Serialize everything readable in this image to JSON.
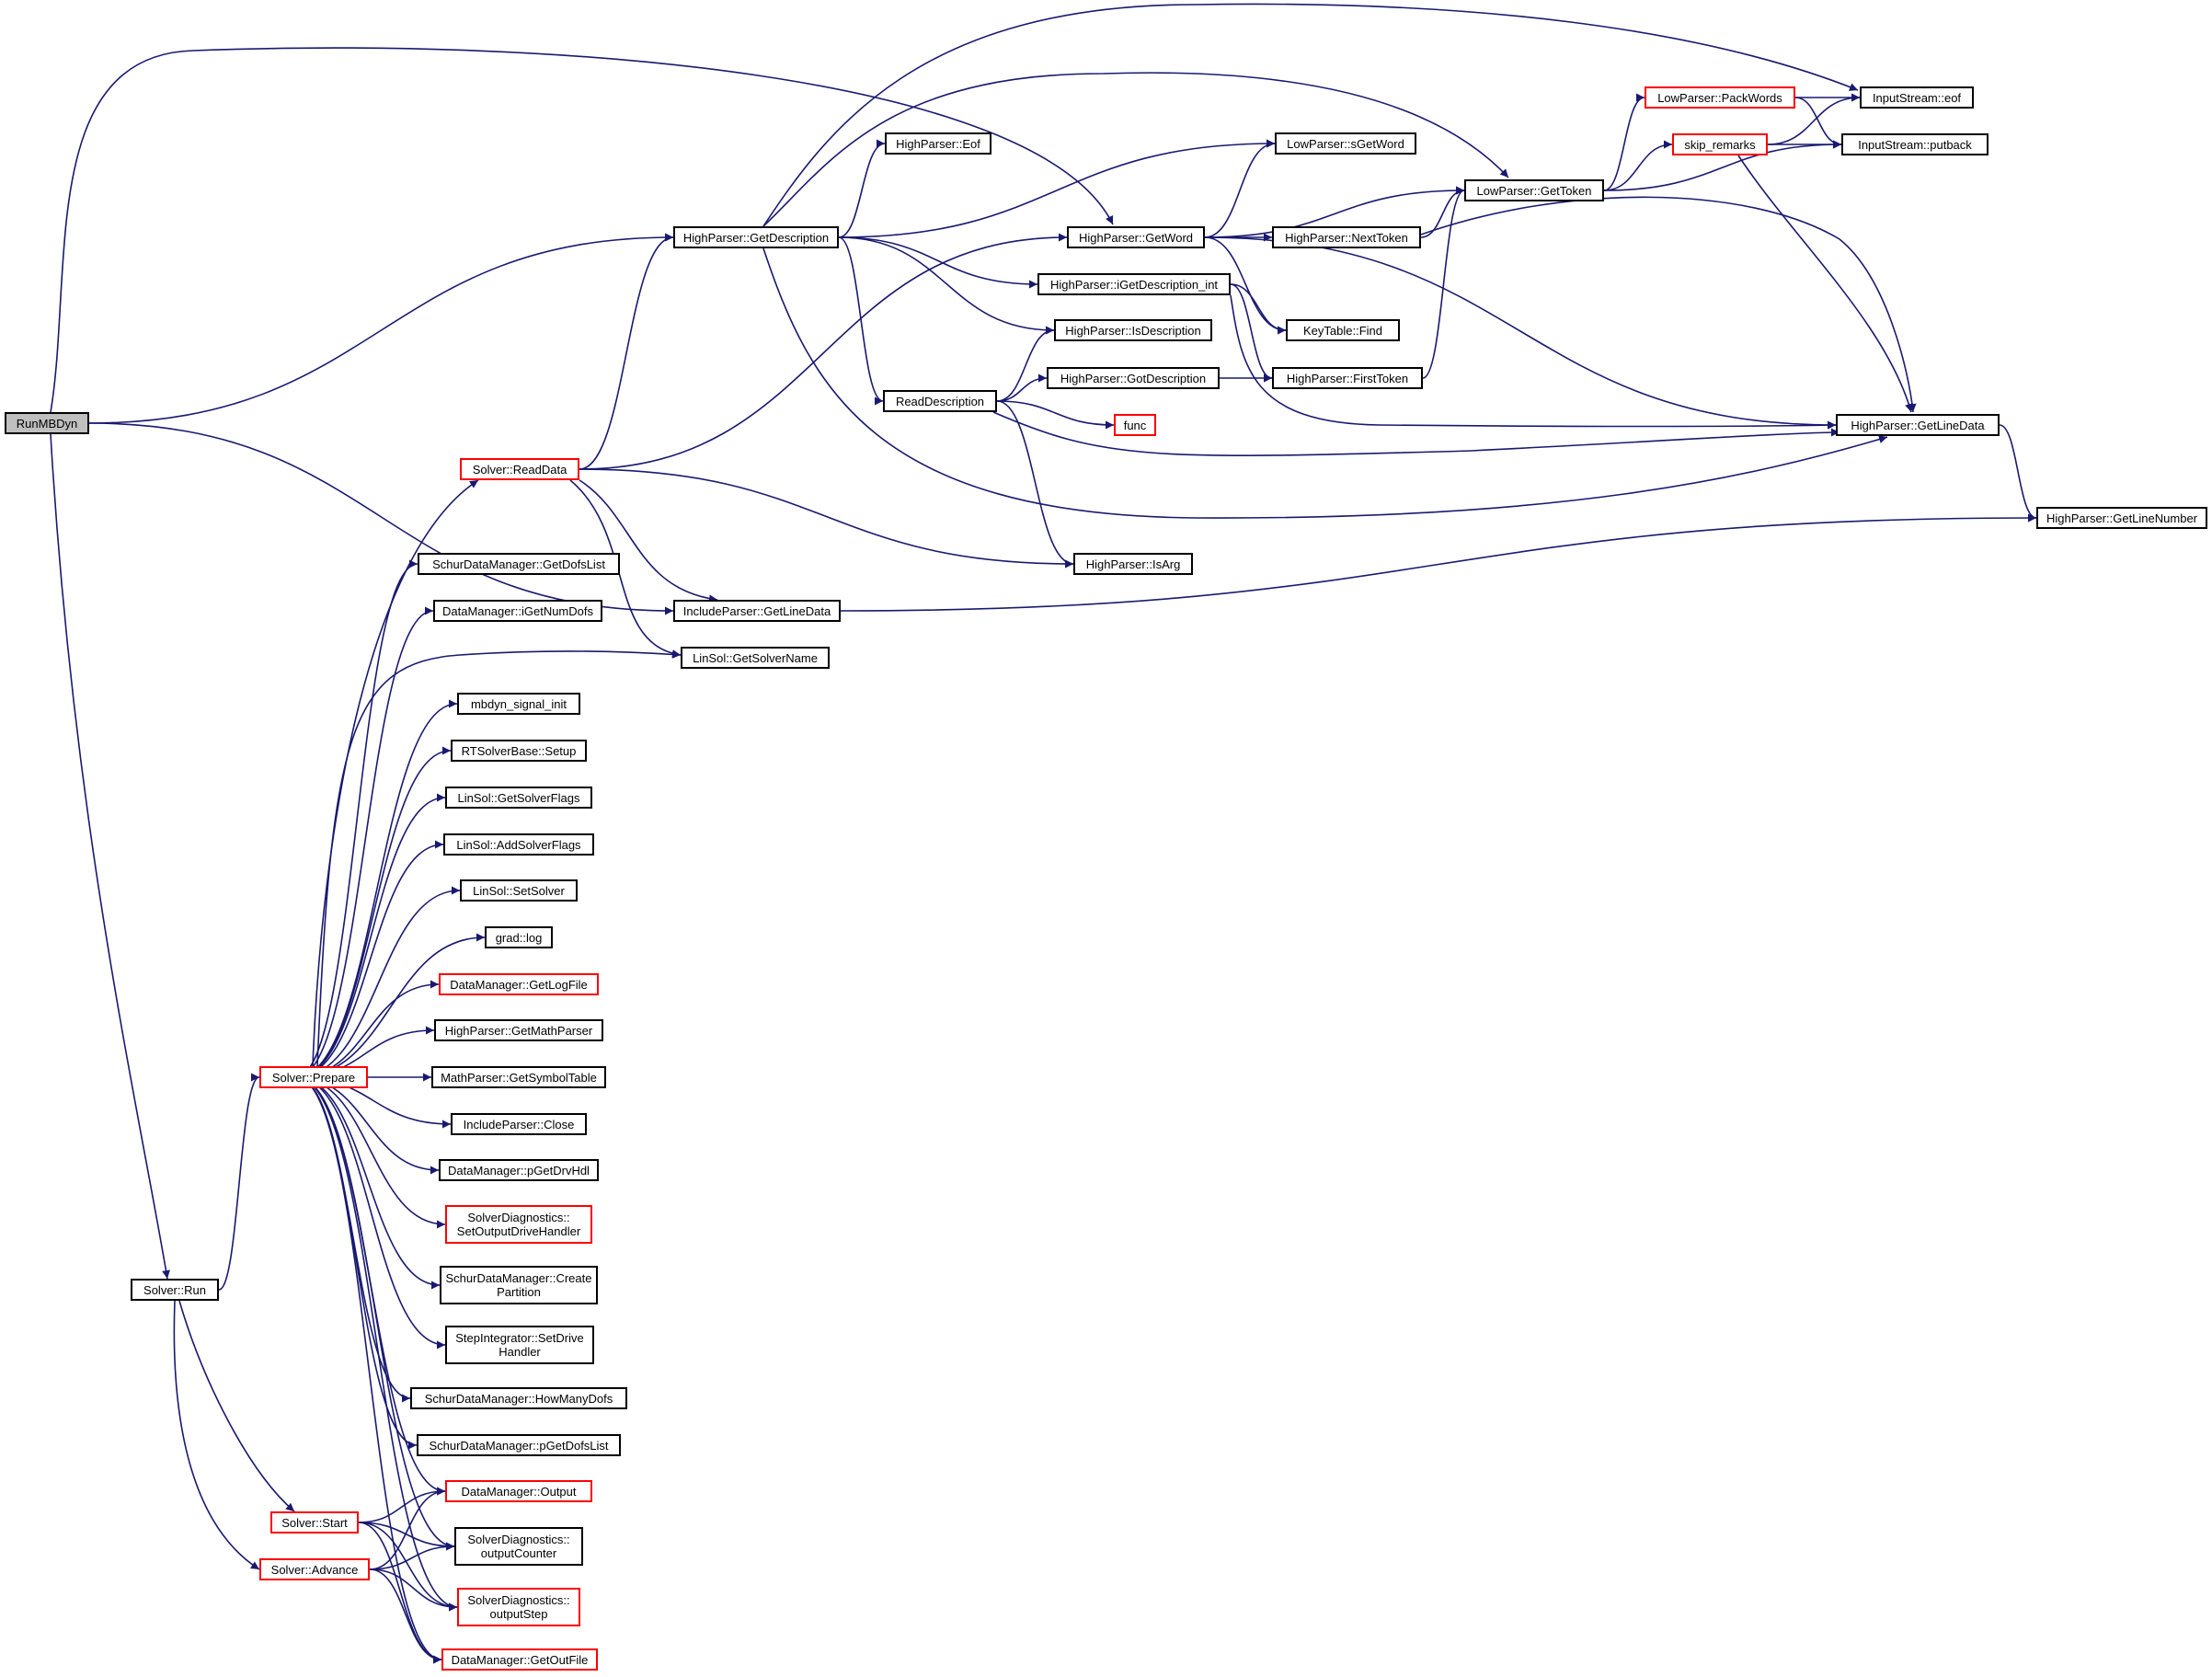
{
  "graph": {
    "title": "",
    "edge_color": "#191970",
    "root_fill": "#bfbfbf",
    "truncated_border": "#ff0000",
    "normal_border": "#000000",
    "nodes": [
      {
        "id": "runmbdyn",
        "label": "RunMBDyn",
        "root": true
      },
      {
        "id": "solver-run",
        "label": "Solver::Run"
      },
      {
        "id": "solver-prepare",
        "label": "Solver::Prepare",
        "truncated": true
      },
      {
        "id": "solver-start",
        "label": "Solver::Start",
        "truncated": true
      },
      {
        "id": "solver-advance",
        "label": "Solver::Advance",
        "truncated": true
      },
      {
        "id": "solver-readdata",
        "label": "Solver::ReadData",
        "truncated": true
      },
      {
        "id": "hp-getdescription",
        "label": "HighParser::GetDescription"
      },
      {
        "id": "hp-eof",
        "label": "HighParser::Eof"
      },
      {
        "id": "hp-getword",
        "label": "HighParser::GetWord"
      },
      {
        "id": "hp-igetdescription-int",
        "label": "HighParser::iGetDescription_int"
      },
      {
        "id": "hp-isdescription",
        "label": "HighParser::IsDescription"
      },
      {
        "id": "readdescription",
        "label": "ReadDescription"
      },
      {
        "id": "hp-gotdescription",
        "label": "HighParser::GotDescription"
      },
      {
        "id": "func",
        "label": "func",
        "truncated": true
      },
      {
        "id": "hp-isarg",
        "label": "HighParser::IsArg"
      },
      {
        "id": "lp-sgetword",
        "label": "LowParser::sGetWord"
      },
      {
        "id": "hp-nexttoken",
        "label": "HighParser::NextToken"
      },
      {
        "id": "keytable-find",
        "label": "KeyTable::Find"
      },
      {
        "id": "hp-firsttoken",
        "label": "HighParser::FirstToken"
      },
      {
        "id": "lp-gettoken",
        "label": "LowParser::GetToken"
      },
      {
        "id": "lp-packwords",
        "label": "LowParser::PackWords",
        "truncated": true
      },
      {
        "id": "skip-remarks",
        "label": "skip_remarks",
        "truncated": true
      },
      {
        "id": "is-eof",
        "label": "InputStream::eof"
      },
      {
        "id": "is-putback",
        "label": "InputStream::putback"
      },
      {
        "id": "hp-getlinedata",
        "label": "HighParser::GetLineData"
      },
      {
        "id": "hp-getlinenumber",
        "label": "HighParser::GetLineNumber"
      },
      {
        "id": "ip-getlinedata",
        "label": "IncludeParser::GetLineData"
      },
      {
        "id": "linsol-getsolvername",
        "label": "LinSol::GetSolverName"
      },
      {
        "id": "sdm-getdofslist",
        "label": "SchurDataManager::GetDofsList"
      },
      {
        "id": "dm-igetnumdofs",
        "label": "DataManager::iGetNumDofs"
      },
      {
        "id": "mbdyn-signal-init",
        "label": "mbdyn_signal_init"
      },
      {
        "id": "rtsolverbase-setup",
        "label": "RTSolverBase::Setup"
      },
      {
        "id": "linsol-getsolverflags",
        "label": "LinSol::GetSolverFlags"
      },
      {
        "id": "linsol-addsolverflags",
        "label": "LinSol::AddSolverFlags"
      },
      {
        "id": "linsol-setsolver",
        "label": "LinSol::SetSolver"
      },
      {
        "id": "grad-log",
        "label": "grad::log"
      },
      {
        "id": "dm-getlogfile",
        "label": "DataManager::GetLogFile",
        "truncated": true
      },
      {
        "id": "hp-getmathparser",
        "label": "HighParser::GetMathParser"
      },
      {
        "id": "mp-getsymboltable",
        "label": "MathParser::GetSymbolTable"
      },
      {
        "id": "ip-close",
        "label": "IncludeParser::Close"
      },
      {
        "id": "dm-pgetdrvhdl",
        "label": "DataManager::pGetDrvHdl"
      },
      {
        "id": "sd-setoutputdrivehandler",
        "label": "SolverDiagnostics::\nSetOutputDriveHandler",
        "truncated": true
      },
      {
        "id": "sdm-createpartition",
        "label": "SchurDataManager::Create\nPartition"
      },
      {
        "id": "si-setdrivehandler",
        "label": "StepIntegrator::SetDrive\nHandler"
      },
      {
        "id": "sdm-howmanydofs",
        "label": "SchurDataManager::HowManyDofs"
      },
      {
        "id": "sdm-pgetdofslist",
        "label": "SchurDataManager::pGetDofsList"
      },
      {
        "id": "dm-output",
        "label": "DataManager::Output",
        "truncated": true
      },
      {
        "id": "sd-outputcounter",
        "label": "SolverDiagnostics::\noutputCounter"
      },
      {
        "id": "sd-outputstep",
        "label": "SolverDiagnostics::\noutputStep",
        "truncated": true
      },
      {
        "id": "dm-getoutfile",
        "label": "DataManager::GetOutFile",
        "truncated": true
      }
    ],
    "edges": [
      [
        "runmbdyn",
        "hp-getword"
      ],
      [
        "runmbdyn",
        "hp-getdescription"
      ],
      [
        "runmbdyn",
        "ip-getlinedata"
      ],
      [
        "runmbdyn",
        "solver-run"
      ],
      [
        "solver-run",
        "solver-prepare"
      ],
      [
        "solver-run",
        "solver-start"
      ],
      [
        "solver-run",
        "solver-advance"
      ],
      [
        "hp-getdescription",
        "is-eof"
      ],
      [
        "hp-getdescription",
        "lp-gettoken"
      ],
      [
        "hp-getdescription",
        "hp-eof"
      ],
      [
        "hp-getdescription",
        "lp-sgetword"
      ],
      [
        "hp-getdescription",
        "hp-igetdescription-int"
      ],
      [
        "hp-getdescription",
        "hp-isdescription"
      ],
      [
        "hp-getdescription",
        "readdescription"
      ],
      [
        "hp-getdescription",
        "hp-getlinedata"
      ],
      [
        "hp-getword",
        "lp-sgetword"
      ],
      [
        "hp-getword",
        "lp-gettoken"
      ],
      [
        "hp-getword",
        "hp-nexttoken"
      ],
      [
        "hp-getword",
        "keytable-find"
      ],
      [
        "hp-getword",
        "hp-getlinedata"
      ],
      [
        "hp-igetdescription-int",
        "keytable-find"
      ],
      [
        "hp-igetdescription-int",
        "hp-firsttoken"
      ],
      [
        "hp-igetdescription-int",
        "hp-getlinedata"
      ],
      [
        "readdescription",
        "hp-isdescription"
      ],
      [
        "readdescription",
        "hp-gotdescription"
      ],
      [
        "readdescription",
        "func"
      ],
      [
        "readdescription",
        "hp-getlinedata"
      ],
      [
        "readdescription",
        "hp-isarg"
      ],
      [
        "hp-gotdescription",
        "hp-firsttoken"
      ],
      [
        "hp-nexttoken",
        "lp-gettoken"
      ],
      [
        "hp-nexttoken",
        "hp-getlinedata"
      ],
      [
        "hp-firsttoken",
        "lp-gettoken"
      ],
      [
        "lp-gettoken",
        "lp-packwords"
      ],
      [
        "lp-gettoken",
        "skip-remarks"
      ],
      [
        "lp-gettoken",
        "is-putback"
      ],
      [
        "lp-packwords",
        "is-eof"
      ],
      [
        "lp-packwords",
        "is-putback"
      ],
      [
        "skip-remarks",
        "is-eof"
      ],
      [
        "skip-remarks",
        "is-putback"
      ],
      [
        "skip-remarks",
        "hp-getlinedata"
      ],
      [
        "hp-getlinedata",
        "hp-getlinenumber"
      ],
      [
        "ip-getlinedata",
        "hp-getlinenumber"
      ],
      [
        "solver-readdata",
        "hp-getdescription"
      ],
      [
        "solver-readdata",
        "hp-getword"
      ],
      [
        "solver-readdata",
        "hp-isarg"
      ],
      [
        "solver-readdata",
        "ip-getlinedata"
      ],
      [
        "solver-readdata",
        "linsol-getsolvername"
      ],
      [
        "solver-prepare",
        "solver-readdata"
      ],
      [
        "solver-prepare",
        "sdm-getdofslist"
      ],
      [
        "solver-prepare",
        "dm-igetnumdofs"
      ],
      [
        "solver-prepare",
        "linsol-getsolvername"
      ],
      [
        "solver-prepare",
        "mbdyn-signal-init"
      ],
      [
        "solver-prepare",
        "rtsolverbase-setup"
      ],
      [
        "solver-prepare",
        "linsol-getsolverflags"
      ],
      [
        "solver-prepare",
        "linsol-addsolverflags"
      ],
      [
        "solver-prepare",
        "linsol-setsolver"
      ],
      [
        "solver-prepare",
        "grad-log"
      ],
      [
        "solver-prepare",
        "dm-getlogfile"
      ],
      [
        "solver-prepare",
        "hp-getmathparser"
      ],
      [
        "solver-prepare",
        "mp-getsymboltable"
      ],
      [
        "solver-prepare",
        "ip-close"
      ],
      [
        "solver-prepare",
        "dm-pgetdrvhdl"
      ],
      [
        "solver-prepare",
        "sd-setoutputdrivehandler"
      ],
      [
        "solver-prepare",
        "sdm-createpartition"
      ],
      [
        "solver-prepare",
        "si-setdrivehandler"
      ],
      [
        "solver-prepare",
        "sdm-howmanydofs"
      ],
      [
        "solver-prepare",
        "sdm-pgetdofslist"
      ],
      [
        "solver-prepare",
        "dm-output"
      ],
      [
        "solver-prepare",
        "sd-outputcounter"
      ],
      [
        "solver-prepare",
        "sd-outputstep"
      ],
      [
        "solver-prepare",
        "dm-getoutfile"
      ],
      [
        "solver-start",
        "dm-output"
      ],
      [
        "solver-start",
        "sd-outputcounter"
      ],
      [
        "solver-start",
        "sd-outputstep"
      ],
      [
        "solver-start",
        "dm-getoutfile"
      ],
      [
        "solver-advance",
        "dm-output"
      ],
      [
        "solver-advance",
        "sd-outputcounter"
      ],
      [
        "solver-advance",
        "sd-outputstep"
      ],
      [
        "solver-advance",
        "dm-getoutfile"
      ]
    ]
  }
}
